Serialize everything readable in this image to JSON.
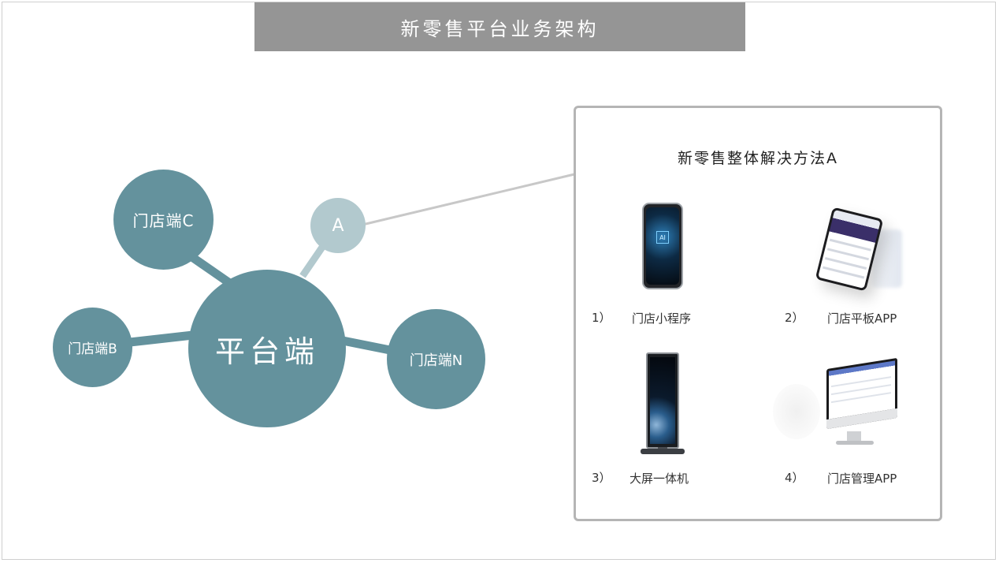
{
  "title": "新零售平台业务架构",
  "nodes": {
    "platform": "平台端",
    "store_c": "门店端C",
    "store_b": "门店端B",
    "store_n": "门店端N",
    "a": "A"
  },
  "panel": {
    "title": "新零售整体解决方法A",
    "items": [
      {
        "num": "1）",
        "label": "门店小程序",
        "icon": "smartphone-icon"
      },
      {
        "num": "2）",
        "label": "门店平板APP",
        "icon": "tablet-icon"
      },
      {
        "num": "3）",
        "label": "大屏一体机",
        "icon": "kiosk-display-icon"
      },
      {
        "num": "4）",
        "label": "门店管理APP",
        "icon": "desktop-monitor-icon"
      }
    ]
  },
  "device_text": {
    "phone_chip": "AI"
  },
  "colors": {
    "title_bar": "#959595",
    "node": "#64929d",
    "node_light": "#b2c9ce",
    "connector": "#c8c8c8",
    "panel_border": "#b5b5b5"
  }
}
